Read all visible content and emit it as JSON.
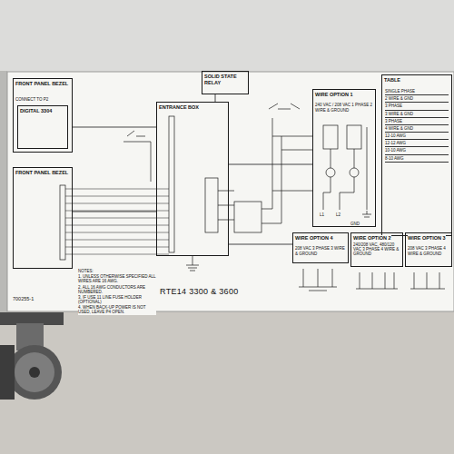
{
  "diagram": {
    "title": "RTE14 3300 & 3600",
    "nodes": [
      {
        "text": [
          "FRONT PANEL BEZEL",
          "CONNECT TO P2"
        ]
      },
      {
        "text": [
          "DIGITAL 3304"
        ],
        "in": 0
      },
      {
        "text": [
          "FRONT PANEL BEZEL"
        ]
      },
      {
        "text": [
          "SOLID STATE RELAY"
        ]
      },
      {
        "text": [
          "ENTRANCE BOX"
        ]
      },
      {
        "text": [
          "WIRE OPTION 1",
          "240 VAC / 208 VAC 1 PHASE 2 WIRE & GROUND"
        ]
      },
      {
        "text": [
          "TABLE"
        ]
      },
      {
        "text": [
          "WIRE OPTION 4",
          "208 VAC 3 PHASE 3 WIRE & GROUND"
        ]
      },
      {
        "text": [
          "WIRE OPTION 2",
          "240/208 VAC, 480/120 VAC 3 PHASE 4 WIRE & GROUND"
        ]
      },
      {
        "text": [
          "WIRE OPTION 3",
          "208 VAC 3 PHASE 4 WIRE & GROUND"
        ]
      }
    ],
    "edges": [
      {
        "from": 0,
        "to": 4,
        "arrow": "none"
      },
      {
        "from": 2,
        "to": 4,
        "arrow": "none"
      },
      {
        "from": 3,
        "to": 4,
        "arrow": "none"
      },
      {
        "from": 4,
        "to": 5,
        "arrow": "none"
      },
      {
        "from": 4,
        "to": 7,
        "arrow": "none"
      }
    ],
    "labels": [
      "700255-1",
      "NOTES:",
      "1. UNLESS OTHERWISE SPECIFIED ALL WIRES ARE 16 AWG.",
      "2. ALL 16 AWG CONDUCTORS ARE NUMBERED.",
      "3. IF USE 11 LINE FUSE HOLDER (OPTIONAL)",
      "4. WHEN BACK-UP POWER IS NOT USED, LEAVE P4 OPEN.",
      "SINGLE PHASE",
      "2 WIRE & GND",
      "3 PHASE",
      "3 WIRE & GND",
      "3 PHASE",
      "4 WIRE & GND",
      "12-10 AWG",
      "12-12 AWG",
      "10-10 AWG",
      "8-10 AWG",
      "L1",
      "L2",
      "GND"
    ]
  }
}
